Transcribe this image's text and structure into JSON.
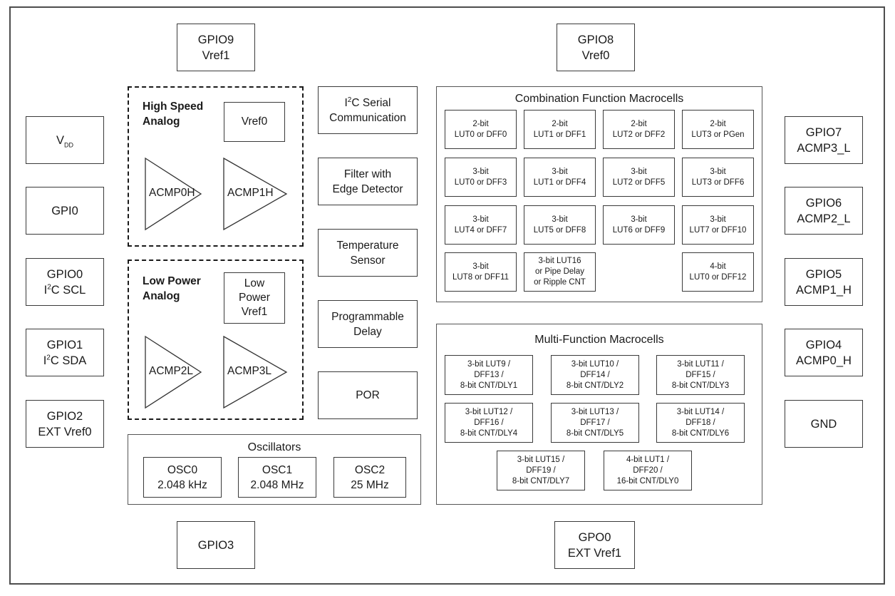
{
  "pins": {
    "gpio9": [
      "GPIO9",
      "Vref1"
    ],
    "gpio8": [
      "GPIO8",
      "Vref0"
    ],
    "vdd_main": "V",
    "vdd_sub": "DD",
    "gpi0": "GPI0",
    "gpio0": [
      "GPIO0",
      "I",
      "2",
      "C SCL"
    ],
    "gpio1": [
      "GPIO1",
      "I",
      "2",
      "C SDA"
    ],
    "gpio2": [
      "GPIO2",
      "EXT Vref0"
    ],
    "gpio7": [
      "GPIO7",
      "ACMP3_L"
    ],
    "gpio6": [
      "GPIO6",
      "ACMP2_L"
    ],
    "gpio5": [
      "GPIO5",
      "ACMP1_H"
    ],
    "gpio4": [
      "GPIO4",
      "ACMP0_H"
    ],
    "gnd": "GND",
    "gpio3": "GPIO3",
    "gpo0": [
      "GPO0",
      "EXT Vref1"
    ]
  },
  "high_speed": {
    "title": [
      "High Speed",
      "Analog"
    ],
    "vref": "Vref0",
    "comparators": [
      "ACMP0H",
      "ACMP1H"
    ]
  },
  "low_power": {
    "title": [
      "Low Power",
      "Analog"
    ],
    "vref": [
      "Low",
      "Power",
      "Vref1"
    ],
    "comparators": [
      "ACMP2L",
      "ACMP3L"
    ]
  },
  "center_blocks": {
    "i2c": [
      "I",
      "2",
      "C Serial",
      "Communication"
    ],
    "filter": [
      "Filter with",
      "Edge Detector"
    ],
    "temp": [
      "Temperature",
      "Sensor"
    ],
    "delay": [
      "Programmable",
      "Delay"
    ],
    "por": "POR"
  },
  "oscillators": {
    "title": "Oscillators",
    "items": [
      [
        "OSC0",
        "2.048 kHz"
      ],
      [
        "OSC1",
        "2.048 MHz"
      ],
      [
        "OSC2",
        "25 MHz"
      ]
    ]
  },
  "combination": {
    "title": "Combination Function Macrocells",
    "cells": [
      [
        "2-bit",
        "LUT0 or DFF0"
      ],
      [
        "2-bit",
        "LUT1 or DFF1"
      ],
      [
        "2-bit",
        "LUT2 or DFF2"
      ],
      [
        "2-bit",
        "LUT3 or PGen"
      ],
      [
        "3-bit",
        "LUT0 or DFF3"
      ],
      [
        "3-bit",
        "LUT1 or DFF4"
      ],
      [
        "3-bit",
        "LUT2 or DFF5"
      ],
      [
        "3-bit",
        "LUT3 or DFF6"
      ],
      [
        "3-bit",
        "LUT4 or DFF7"
      ],
      [
        "3-bit",
        "LUT5 or DFF8"
      ],
      [
        "3-bit",
        "LUT6 or DFF9"
      ],
      [
        "3-bit",
        "LUT7 or DFF10"
      ],
      [
        "3-bit",
        "LUT8 or DFF11"
      ],
      [
        "3-bit LUT16",
        "or Pipe Delay",
        "or Ripple CNT"
      ],
      [
        "4-bit",
        "LUT0 or DFF12"
      ]
    ]
  },
  "multi": {
    "title": "Multi-Function Macrocells",
    "cells": [
      [
        "3-bit LUT9 /",
        "DFF13 /",
        "8-bit CNT/DLY1"
      ],
      [
        "3-bit LUT10 /",
        "DFF14 /",
        "8-bit CNT/DLY2"
      ],
      [
        "3-bit LUT11 /",
        "DFF15 /",
        "8-bit CNT/DLY3"
      ],
      [
        "3-bit LUT12 /",
        "DFF16 /",
        "8-bit CNT/DLY4"
      ],
      [
        "3-bit LUT13 /",
        "DFF17 /",
        "8-bit CNT/DLY5"
      ],
      [
        "3-bit LUT14 /",
        "DFF18 /",
        "8-bit CNT/DLY6"
      ],
      [
        "3-bit LUT15 /",
        "DFF19 /",
        "8-bit CNT/DLY7"
      ],
      [
        "4-bit LUT1 /",
        "DFF20 /",
        "16-bit CNT/DLY0"
      ]
    ]
  }
}
